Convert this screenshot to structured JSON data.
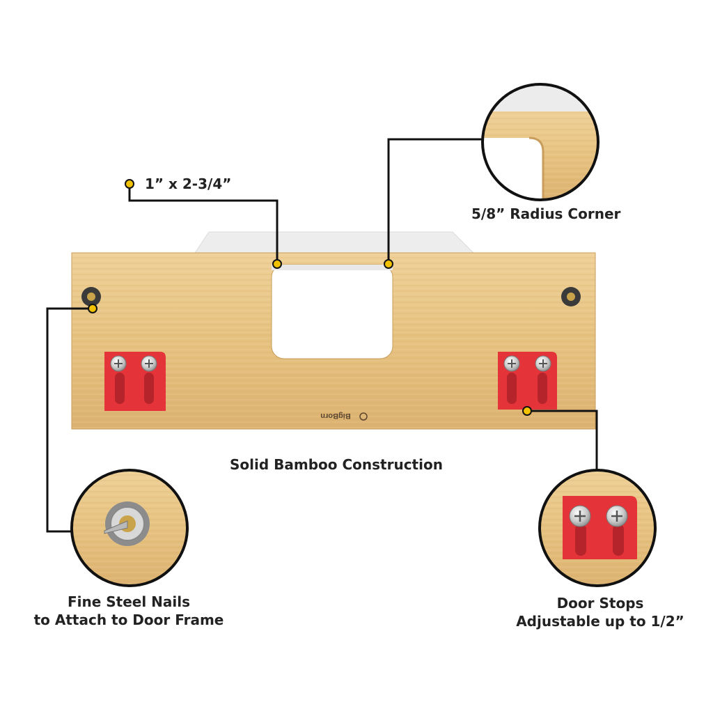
{
  "callouts": {
    "opening_size": "1” x 2-3/4”",
    "radius_corner": "5/8” Radius Corner",
    "construction": "Solid Bamboo Construction",
    "nails_line1": "Fine Steel Nails",
    "nails_line2": "to Attach to Door Frame",
    "stops_line1": "Door Stops",
    "stops_line2": "Adjustable up to 1/2”"
  },
  "brand": "BigBorn",
  "colors": {
    "bamboo": "#e9c98c",
    "bamboo_dark": "#c9a062",
    "stop_red": "#e4343a",
    "leader": "#111111",
    "dot": "#f2c200"
  },
  "icons": [
    "nail-icon",
    "screw-icon",
    "door-stop-icon",
    "brand-logo-icon"
  ]
}
